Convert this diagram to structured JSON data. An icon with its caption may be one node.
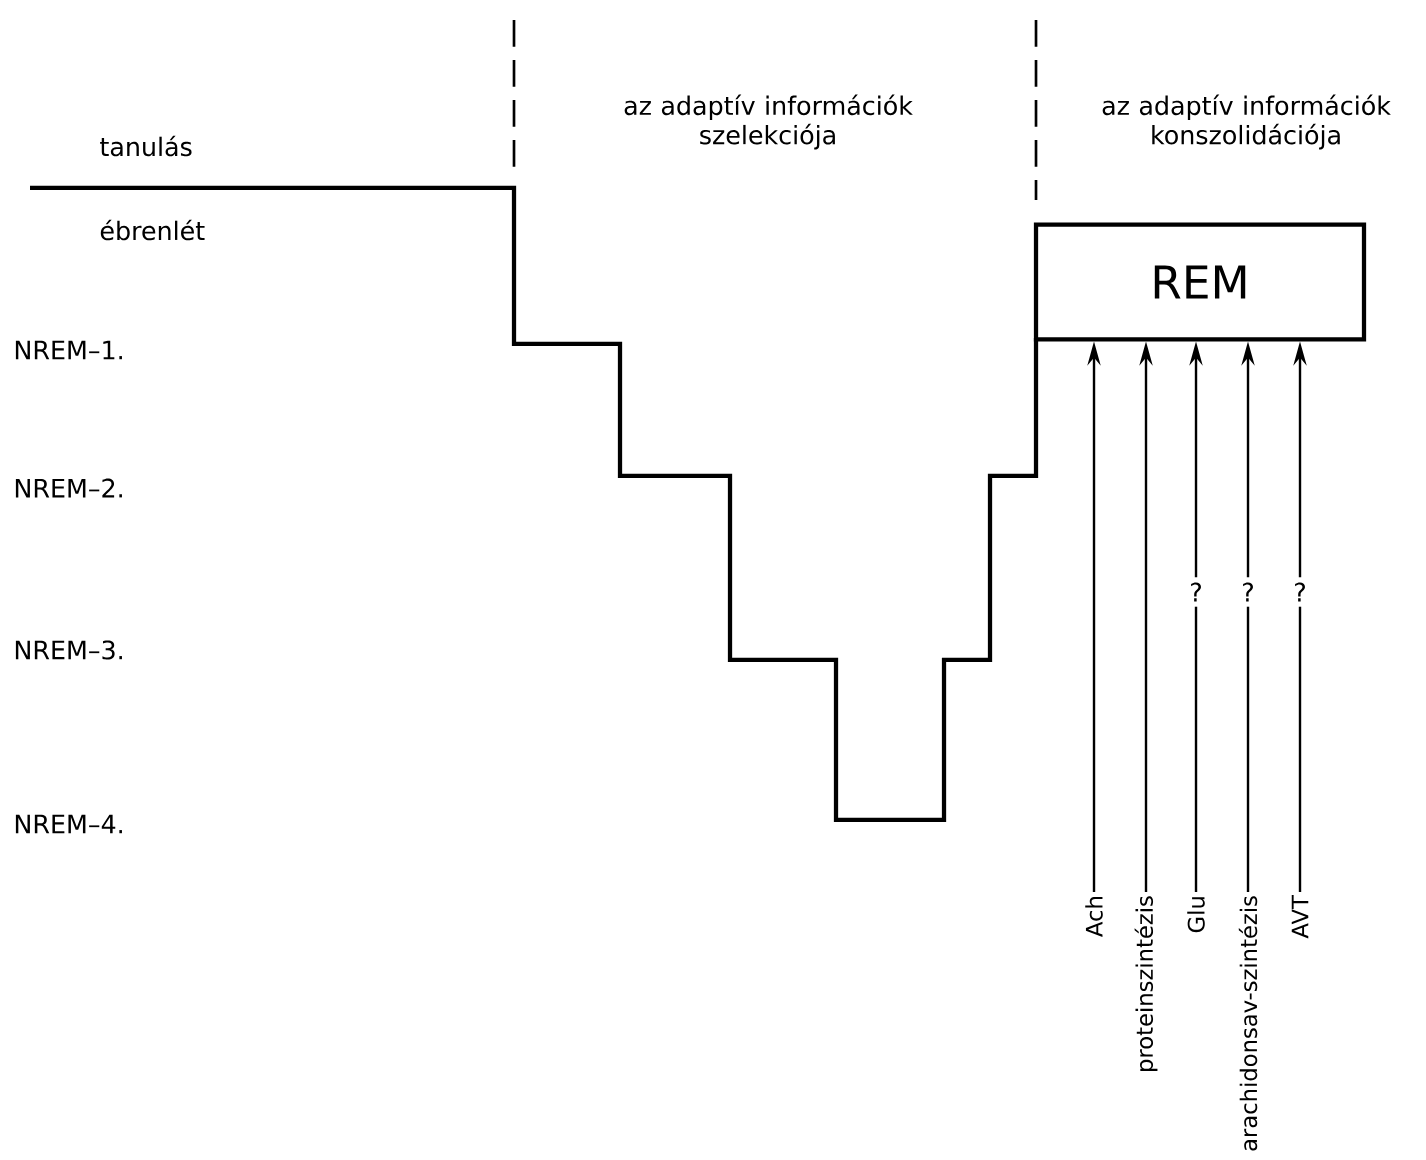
{
  "diagram": {
    "nodes": [
      {
        "text": [
          "REM"
        ]
      },
      {
        "text": [
          "Ach"
        ]
      },
      {
        "text": [
          "proteinszintézis"
        ]
      },
      {
        "text": [
          "Glu"
        ]
      },
      {
        "text": [
          "arachidonsav-szintézis"
        ]
      },
      {
        "text": [
          "AVT"
        ]
      }
    ],
    "edges": [
      {
        "from": 1,
        "to": 0,
        "arrow": "to"
      },
      {
        "from": 2,
        "to": 0,
        "arrow": "to"
      },
      {
        "from": 3,
        "to": 0,
        "arrow": "to",
        "label": "?"
      },
      {
        "from": 4,
        "to": 0,
        "arrow": "to",
        "label": "?"
      },
      {
        "from": 5,
        "to": 0,
        "arrow": "to",
        "label": "?"
      }
    ],
    "labels": [
      "az adaptív információk szelekciója",
      "az adaptív információk konszolidációja",
      "tanulás",
      "ébrenlét",
      "NREM–1.",
      "NREM–2.",
      "NREM–3.",
      "NREM–4."
    ]
  }
}
